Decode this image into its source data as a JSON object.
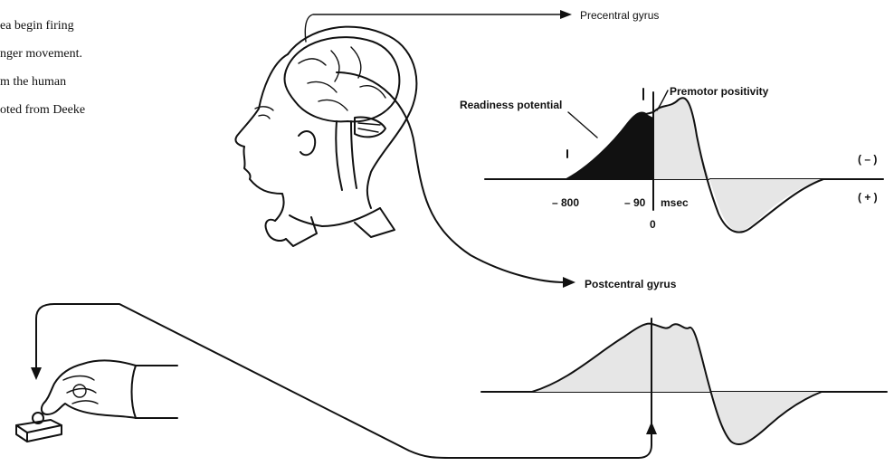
{
  "caption_lines": [
    "ea begin firing",
    "nger movement.",
    "m the human",
    "oted from Deeke"
  ],
  "labels": {
    "precentral": "Precentral gyrus",
    "postcentral": "Postcentral gyrus",
    "readiness": "Readiness potential",
    "premotor": "Premotor positivity",
    "neg_polarity": "( – )",
    "pos_polarity": "( + )",
    "tick_800": "– 800",
    "tick_90": "– 90",
    "tick_0": "0",
    "unit": "msec"
  },
  "icons": {
    "head": "human-head-brain-icon",
    "hand": "hand-pressing-button-icon"
  }
}
